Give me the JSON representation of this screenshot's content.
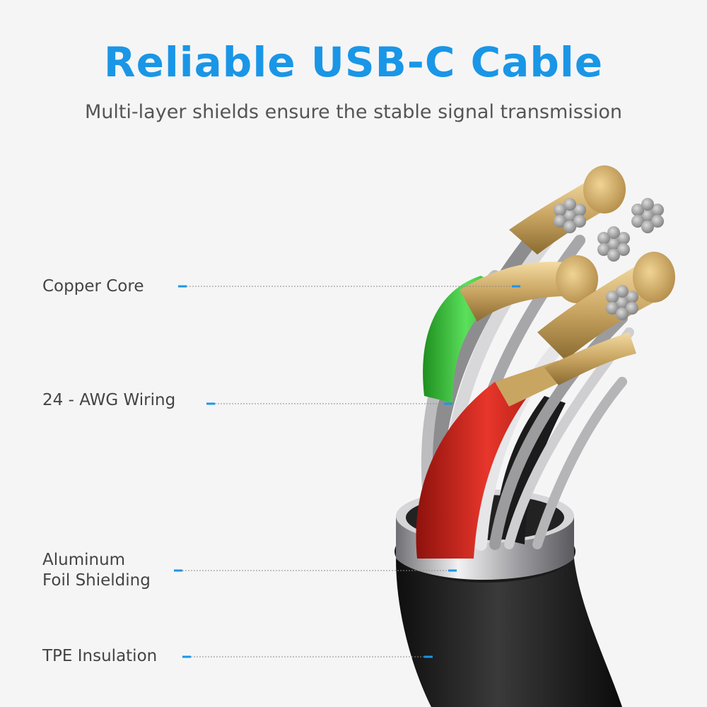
{
  "header": {
    "title": "Reliable USB-C Cable",
    "subtitle": "Multi-layer shields ensure the stable signal transmission"
  },
  "callouts": [
    {
      "label": "Copper Core"
    },
    {
      "label": "24 - AWG Wiring"
    },
    {
      "label_line1": "Aluminum",
      "label_line2": "Foil Shielding"
    },
    {
      "label": "TPE Insulation"
    }
  ],
  "colors": {
    "accent": "#1a96e6",
    "copper": "#c9a562",
    "green_wire": "#3ec13e",
    "red_wire": "#d8281f",
    "jacket": "#1c1c1c",
    "foil": "#b8b8bc"
  }
}
